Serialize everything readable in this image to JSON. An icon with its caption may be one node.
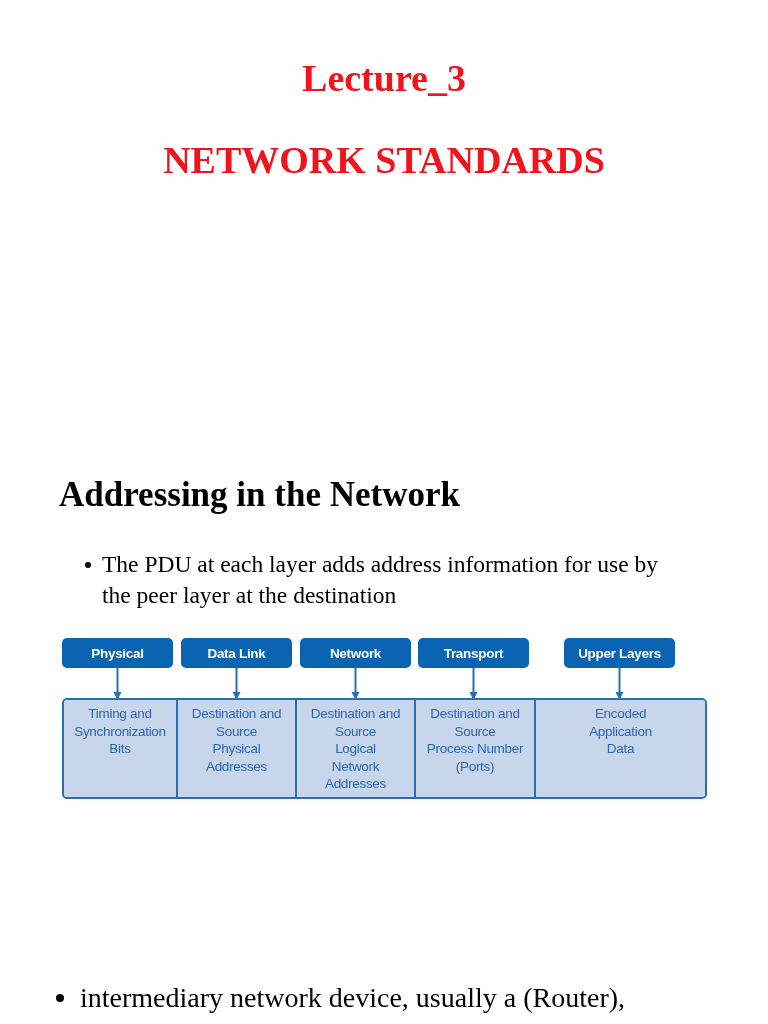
{
  "diagram": {
    "title": "Lecture_3",
    "nodes": [
      {
        "text": [
          "Physical"
        ]
      },
      {
        "text": [
          "Data Link"
        ]
      },
      {
        "text": [
          "Network"
        ]
      },
      {
        "text": [
          "Transport"
        ]
      },
      {
        "text": [
          "Upper Layers"
        ]
      },
      {
        "text": [],
        "shape": "box"
      },
      {
        "text": [
          "Timing and Synchronization Bits"
        ],
        "in": 5
      },
      {
        "text": [
          "Destination and Source Physical Addresses"
        ],
        "in": 5
      },
      {
        "text": [
          "Destination and Source Logical Network Addresses"
        ],
        "in": 5
      },
      {
        "text": [
          "Destination and Source Process Number (Ports)"
        ],
        "in": 5
      },
      {
        "text": [
          "Encoded Application Data"
        ],
        "in": 5
      }
    ],
    "edges": [
      {
        "from": 0,
        "to": 6,
        "arrow": "to"
      },
      {
        "from": 1,
        "to": 7,
        "arrow": "to"
      },
      {
        "from": 2,
        "to": 8,
        "arrow": "to"
      },
      {
        "from": 3,
        "to": 9,
        "arrow": "to"
      },
      {
        "from": 4,
        "to": 10,
        "arrow": "to"
      }
    ],
    "labels": [
      "NETWORK STANDARDS",
      "Addressing in the Network",
      "The PDU at each layer adds address information for use by the peer layer at the destination",
      "intermediary network device, usually a (Router),"
    ]
  }
}
